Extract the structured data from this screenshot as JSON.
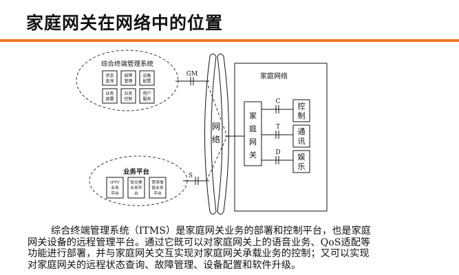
{
  "title": "家庭网关在网络中的位置",
  "accent_color": "#e87722",
  "diagram": {
    "itms_label": "综合终端管理系统",
    "itms_boxes": [
      [
        "状态",
        "查询"
      ],
      [
        "故障",
        "管理"
      ],
      [
        "设备",
        "配置"
      ],
      [
        "业务",
        "部署"
      ],
      [
        "业务",
        "控制"
      ],
      [
        "用户",
        "服务"
      ]
    ],
    "business_label": "业务平台",
    "business_boxes": [
      [
        "IPTV",
        "业务",
        "平台"
      ],
      [
        "软交换",
        "业务平",
        "台"
      ],
      [
        "宽带增",
        "值业务",
        "平台"
      ]
    ],
    "gm_label": "GM",
    "s_label": "S",
    "network_chars": [
      "网",
      "络"
    ],
    "home_network_label": "家庭网络",
    "gateway_chars": [
      "家",
      "庭",
      "网",
      "关"
    ],
    "interfaces": [
      "C",
      "T",
      "D"
    ],
    "devices": [
      [
        "控",
        "制"
      ],
      [
        "通",
        "讯"
      ],
      [
        "娱",
        "乐"
      ]
    ]
  },
  "paragraph_lines": [
    "综合终端管理系统（ITMS）是家庭网关业务的部署和控制平台，也是家庭",
    "网关设备的远程管理平台。通过它既可以对家庭网关上的语音业务、QoS适配等",
    "功能进行部署，并与家庭网关交互实现对家庭网关承载业务的控制；又可以实现",
    "对家庭网关的远程状态查询、故障管理、设备配置和软件升级。"
  ]
}
